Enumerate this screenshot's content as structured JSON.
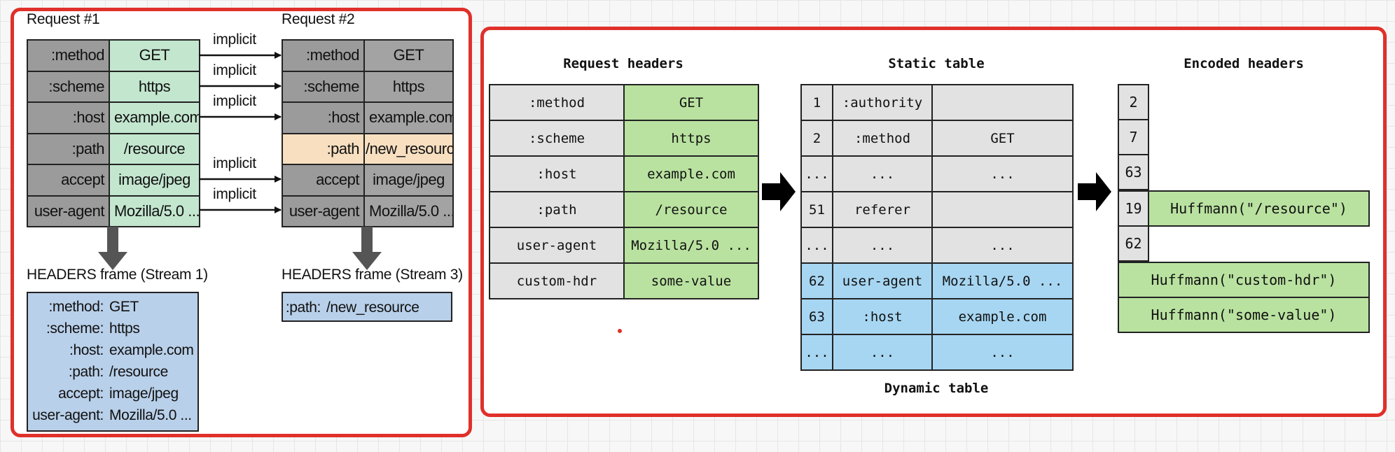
{
  "left": {
    "request1": {
      "title": "Request #1",
      "rows": [
        {
          "name": ":method",
          "value": "GET"
        },
        {
          "name": ":scheme",
          "value": "https"
        },
        {
          "name": ":host",
          "value": "example.com"
        },
        {
          "name": ":path",
          "value": "/resource"
        },
        {
          "name": "accept",
          "value": "image/jpeg"
        },
        {
          "name": "user-agent",
          "value": "Mozilla/5.0 ..."
        }
      ]
    },
    "request2": {
      "title": "Request #2",
      "rows": [
        {
          "name": ":method",
          "value": "GET"
        },
        {
          "name": ":scheme",
          "value": "https"
        },
        {
          "name": ":host",
          "value": "example.com"
        },
        {
          "name": ":path",
          "value": "/new_resource"
        },
        {
          "name": "accept",
          "value": "image/jpeg"
        },
        {
          "name": "user-agent",
          "value": "Mozilla/5.0 ..."
        }
      ]
    },
    "implicit_label": "implicit",
    "frame1": {
      "title": "HEADERS frame (Stream 1)",
      "rows": [
        {
          "name": ":method:",
          "value": "GET"
        },
        {
          "name": ":scheme:",
          "value": "https"
        },
        {
          "name": ":host:",
          "value": "example.com"
        },
        {
          "name": ":path:",
          "value": "/resource"
        },
        {
          "name": "accept:",
          "value": "image/jpeg"
        },
        {
          "name": "user-agent:",
          "value": "Mozilla/5.0 ..."
        }
      ]
    },
    "frame3": {
      "title": "HEADERS frame (Stream 3)",
      "rows": [
        {
          "name": ":path:",
          "value": "/new_resource"
        }
      ]
    }
  },
  "right": {
    "request_headers": {
      "title": "Request headers",
      "rows": [
        {
          "name": ":method",
          "value": "GET"
        },
        {
          "name": ":scheme",
          "value": "https"
        },
        {
          "name": ":host",
          "value": "example.com"
        },
        {
          "name": ":path",
          "value": "/resource"
        },
        {
          "name": "user-agent",
          "value": "Mozilla/5.0 ..."
        },
        {
          "name": "custom-hdr",
          "value": "some-value"
        }
      ]
    },
    "static_table": {
      "title": "Static table",
      "rows": [
        {
          "index": "1",
          "name": ":authority",
          "value": ""
        },
        {
          "index": "2",
          "name": ":method",
          "value": "GET"
        },
        {
          "index": "...",
          "name": "...",
          "value": "..."
        },
        {
          "index": "51",
          "name": "referer",
          "value": ""
        },
        {
          "index": "...",
          "name": "...",
          "value": "..."
        }
      ]
    },
    "dynamic_table": {
      "title": "Dynamic table",
      "rows": [
        {
          "index": "62",
          "name": "user-agent",
          "value": "Mozilla/5.0 ..."
        },
        {
          "index": "63",
          "name": ":host",
          "value": "example.com"
        },
        {
          "index": "...",
          "name": "...",
          "value": "..."
        }
      ]
    },
    "encoded_headers": {
      "title": "Encoded headers",
      "indices": [
        "2",
        "7",
        "63",
        "19",
        "62"
      ],
      "huffman_path": "Huffmann(\"/resource\")",
      "huffman_name": "Huffmann(\"custom-hdr\")",
      "huffman_value": "Huffmann(\"some-value\")"
    }
  },
  "colors": {
    "frame_border": "#e0302a",
    "literal_green": "#b9e2a0",
    "dynamic_blue": "#a7d6f2",
    "changed_orange": "#f7dfc0",
    "frame_blue": "#b9d0ea"
  }
}
